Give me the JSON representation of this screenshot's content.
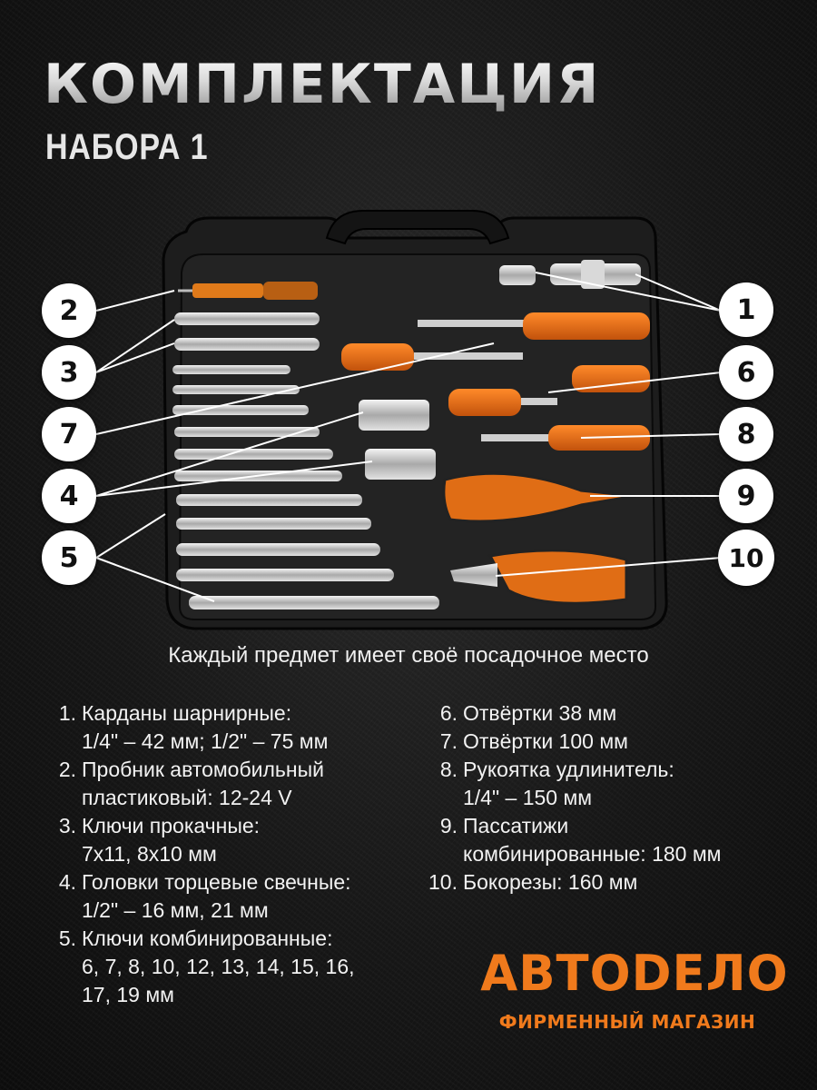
{
  "header": {
    "title": "КОМПЛЕКТАЦИЯ",
    "subtitle": "НАБОРА 1"
  },
  "callouts": [
    "1",
    "2",
    "3",
    "4",
    "5",
    "6",
    "7",
    "8",
    "9",
    "10"
  ],
  "caption": "Каждый предмет имеет своё посадочное место",
  "items_left": [
    {
      "num": "1.",
      "lines": [
        "Карданы шарнирные:",
        "1/4\" – 42 мм; 1/2\" – 75 мм"
      ]
    },
    {
      "num": "2.",
      "lines": [
        "Пробник автомобильный",
        "пластиковый: 12-24 V"
      ]
    },
    {
      "num": "3.",
      "lines": [
        "Ключи прокачные:",
        "7x11, 8x10 мм"
      ]
    },
    {
      "num": "4.",
      "lines": [
        "Головки торцевые свечные:",
        "1/2\" – 16 мм, 21 мм"
      ]
    },
    {
      "num": "5.",
      "lines": [
        "Ключи комбинированные:",
        "6, 7, 8, 10, 12, 13, 14, 15, 16,",
        "17, 19 мм"
      ]
    }
  ],
  "items_right": [
    {
      "num": "6.",
      "lines": [
        "Отвёртки 38 мм"
      ]
    },
    {
      "num": "7.",
      "lines": [
        "Отвёртки 100 мм"
      ]
    },
    {
      "num": "8.",
      "lines": [
        "Рукоятка удлинитель:",
        "1/4\" – 150 мм"
      ]
    },
    {
      "num": "9.",
      "lines": [
        "Пассатижи",
        "комбинированные: 180 мм"
      ]
    },
    {
      "num": "10.",
      "lines": [
        "Бокорезы: 160 мм"
      ]
    }
  ],
  "brand": {
    "name": "АВТОDЕЛО",
    "tagline": "ФИРМЕННЫЙ МАГАЗИН",
    "color": "#f07a1c"
  },
  "colors": {
    "accent": "#f07a1c",
    "case": "#1e1e1e",
    "badge": "#ffffff"
  }
}
